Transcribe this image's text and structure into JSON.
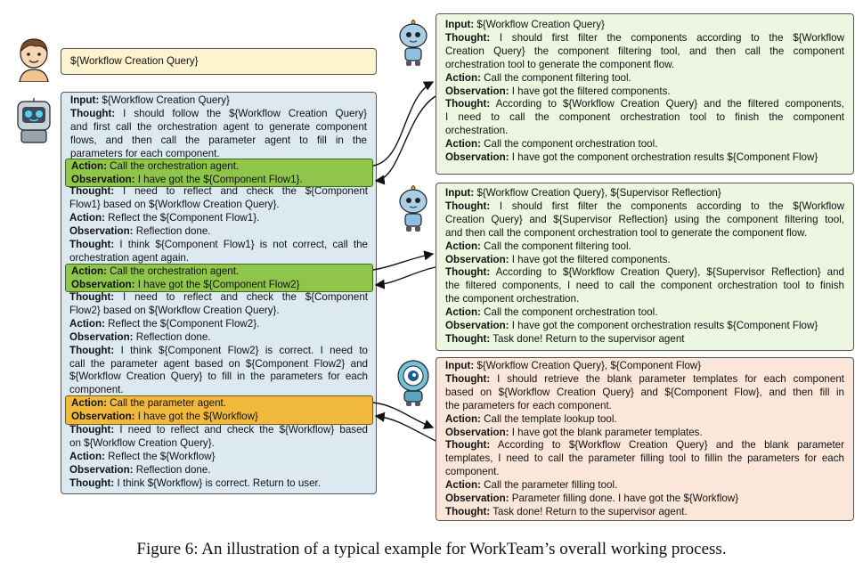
{
  "user_query": "${Workflow Creation Query}",
  "supervisor": {
    "lines1": [
      {
        "b": "Input:",
        "t": " ${Workflow Creation Query}",
        "j": false
      },
      {
        "b": "Thought:",
        "t": " I should follow the ${Workflow Creation Query}",
        "j": true
      },
      {
        "b": "",
        "t": "and first call the orchestration agent to generate component",
        "j": true
      },
      {
        "b": "",
        "t": "flows, and then call the parameter agent to fill in the",
        "j": true
      },
      {
        "b": "",
        "t": "parameters for each component.",
        "j": false
      }
    ],
    "band1": [
      {
        "b": "Action:",
        "t": " Call the orchestration agent."
      },
      {
        "b": "Observation:",
        "t": " I have got the ${Component Flow1}."
      }
    ],
    "lines2": [
      {
        "b": "Thought:",
        "t": " I need to reflect and check the ${Component",
        "j": true
      },
      {
        "b": "",
        "t": "Flow1} based on ${Workflow Creation Query}.",
        "j": false
      },
      {
        "b": "Action:",
        "t": " Reflect the ${Component Flow1}.",
        "j": false
      },
      {
        "b": "Observation:",
        "t": " Reflection done.",
        "j": false
      },
      {
        "b": "Thought:",
        "t": " I think ${Component Flow1} is not correct, call the",
        "j": true
      },
      {
        "b": "",
        "t": "orchestration agent again.",
        "j": false
      }
    ],
    "band2": [
      {
        "b": "Action:",
        "t": " Call the orchestration agent."
      },
      {
        "b": "Observation:",
        "t": " I have got the ${Component Flow2}"
      }
    ],
    "lines3": [
      {
        "b": "Thought:",
        "t": " I need to reflect and check the ${Component",
        "j": true
      },
      {
        "b": "",
        "t": "Flow2} based on ${Workflow Creation Query}.",
        "j": false
      },
      {
        "b": "Action:",
        "t": " Reflect the ${Component Flow2}.",
        "j": false
      },
      {
        "b": "Observation:",
        "t": " Reflection done.",
        "j": false
      },
      {
        "b": "Thought:",
        "t": " I think ${Component Flow2} is correct. I need to",
        "j": true
      },
      {
        "b": "",
        "t": "call the parameter agent based on ${Component Flow2} and",
        "j": true
      },
      {
        "b": "",
        "t": "${Workflow Creation Query} to fill in the parameters for each",
        "j": true
      },
      {
        "b": "",
        "t": "component.",
        "j": false
      }
    ],
    "band3": [
      {
        "b": "Action:",
        "t": " Call the parameter agent."
      },
      {
        "b": "Observation:",
        "t": " I have got the ${Workflow}"
      }
    ],
    "lines4": [
      {
        "b": "Thought:",
        "t": " I need to reflect and check the ${Workflow} based",
        "j": true
      },
      {
        "b": "",
        "t": "on ${Workflow Creation Query}.",
        "j": false
      },
      {
        "b": "Action:",
        "t": " Reflect the ${Workflow}",
        "j": false
      },
      {
        "b": "Observation:",
        "t": " Reflection done.",
        "j": false
      },
      {
        "b": "Thought:",
        "t": " I think ${Workflow} is correct. Return to user.",
        "j": false
      }
    ]
  },
  "orch1": [
    {
      "b": "Input:",
      "t": " ${Workflow Creation Query}",
      "j": false
    },
    {
      "b": "Thought:",
      "t": " I should first filter the components according to the ${Workflow",
      "j": true
    },
    {
      "b": "",
      "t": "Creation Query} the component filtering tool, and then call the component",
      "j": true
    },
    {
      "b": "",
      "t": "orchestration tool to generate the component flow.",
      "j": false
    },
    {
      "b": "Action:",
      "t": " Call the component filtering tool.",
      "j": false
    },
    {
      "b": "Observation:",
      "t": " I have got the filtered components.",
      "j": false
    },
    {
      "b": "Thought:",
      "t": " According to ${Workflow Creation Query} and the filtered components,",
      "j": true
    },
    {
      "b": "",
      "t": "I need to call the component orchestration tool to finish the component",
      "j": true
    },
    {
      "b": "",
      "t": "orchestration.",
      "j": false
    },
    {
      "b": "Action:",
      "t": " Call the component orchestration tool.",
      "j": false
    },
    {
      "b": "Observation:",
      "t": " I have got the component orchestration results ${Component Flow}",
      "j": false
    }
  ],
  "orch2": [
    {
      "b": "Input:",
      "t": " ${Workflow Creation Query}, ${Supervisor Reflection}",
      "j": false
    },
    {
      "b": "Thought:",
      "t": " I should first filter the components according to the ${Workflow",
      "j": true
    },
    {
      "b": "",
      "t": "Creation Query} and ${Supervisor Reflection} using the component filtering tool,",
      "j": true
    },
    {
      "b": "",
      "t": "and then call the component orchestration tool to generate the component flow.",
      "j": false
    },
    {
      "b": "Action:",
      "t": " Call the component filtering tool.",
      "j": false
    },
    {
      "b": "Observation:",
      "t": " I have got the filtered components.",
      "j": false
    },
    {
      "b": "Thought:",
      "t": " According to ${Workflow Creation Query}, ${Supervisor Reflection} and",
      "j": true
    },
    {
      "b": "",
      "t": "the filtered components, I need to call the component orchestration tool to finish",
      "j": true
    },
    {
      "b": "",
      "t": "the component orchestration.",
      "j": false
    },
    {
      "b": "Action:",
      "t": " Call the component orchestration tool.",
      "j": false
    },
    {
      "b": "Observation:",
      "t": " I have got the component orchestration results ${Component Flow}",
      "j": false
    },
    {
      "b": "Thought:",
      "t": " Task done! Return to the supervisor agent",
      "j": false
    }
  ],
  "param": [
    {
      "b": "Input:",
      "t": " ${Workflow Creation Query}, ${Component Flow}",
      "j": false
    },
    {
      "b": "Thought:",
      "t": " I should retrieve the blank parameter templates for each component",
      "j": true
    },
    {
      "b": "",
      "t": "based on ${Workflow Creation Query} and ${Component Flow}, and then fill in",
      "j": true
    },
    {
      "b": "",
      "t": "the parameters for each component.",
      "j": false
    },
    {
      "b": "Action:",
      "t": " Call the template lookup tool.",
      "j": false
    },
    {
      "b": "Observation:",
      "t": " I have got the blank parameter templates.",
      "j": false
    },
    {
      "b": "Thought:",
      "t": " According to ${Workflow Creation Query} and the blank parameter",
      "j": true
    },
    {
      "b": "",
      "t": "templates, I need to call the parameter filling tool to fillin the parameters for each",
      "j": true
    },
    {
      "b": "",
      "t": "component.",
      "j": false
    },
    {
      "b": "Action:",
      "t": " Call the parameter filling tool.",
      "j": false
    },
    {
      "b": "Observation:",
      "t": " Parameter filling done. I have got the ${Workflow}",
      "j": false
    },
    {
      "b": "Thought:",
      "t": " Task done! Return to the supervisor agent.",
      "j": false
    }
  ],
  "caption": "Figure 6: An illustration of a typical example for WorkTeam’s overall working process.",
  "colors": {
    "query_box": "#fdf3cf",
    "supervisor_box": "#dce9f1",
    "green_band": "#8fc54b",
    "orange_band": "#f1b93b",
    "orch_box": "#edf6e0",
    "param_box": "#fbe7d9"
  }
}
